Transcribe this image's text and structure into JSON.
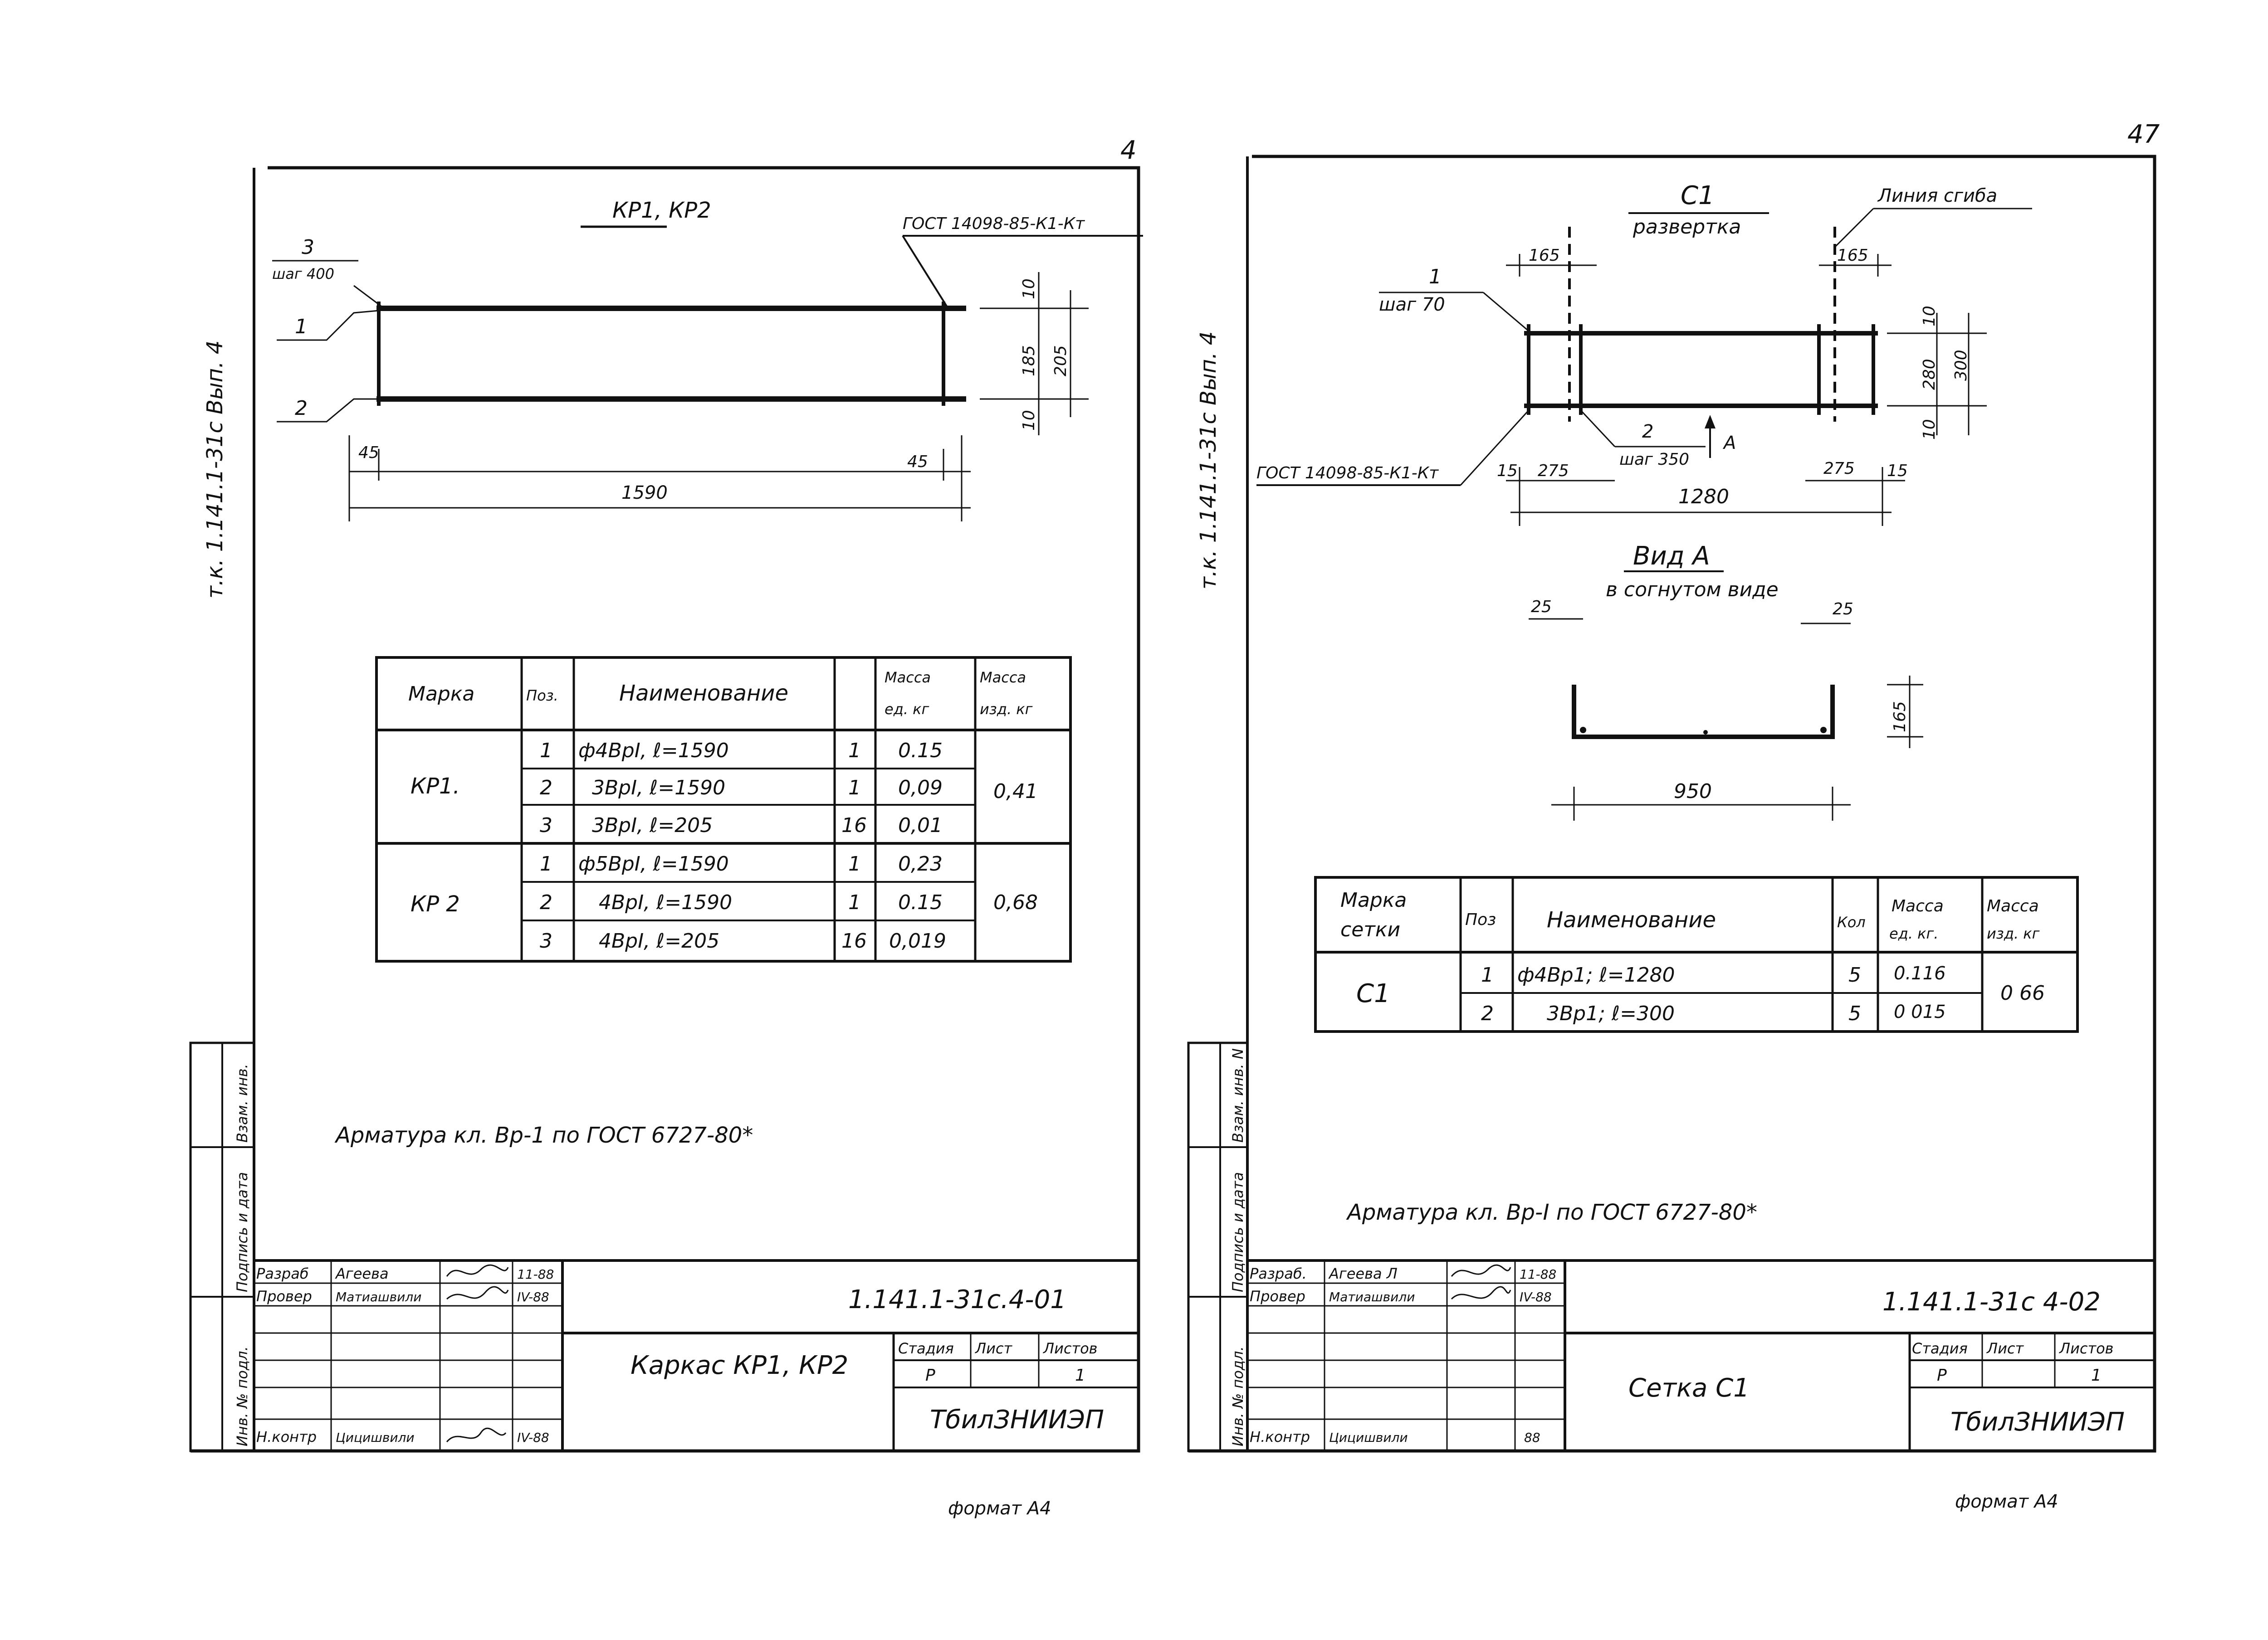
{
  "page_numbers": {
    "left": "4",
    "right": "47"
  },
  "left_sheet": {
    "side_label": "т.к. 1.141.1-31с  Вып. 4",
    "drawing_title": "КР1, КР2",
    "gost_note": "ГОСТ 14098-85-К1-Кт",
    "callouts": {
      "pos1": "1",
      "pos2": "2",
      "pos3": "3",
      "pos3_step": "шаг 400"
    },
    "dims": {
      "top": "10",
      "mid": "185",
      "bottom": "10",
      "total_h": "205",
      "end_left": "45",
      "end_right": "45",
      "length": "1590"
    },
    "table": {
      "headers": [
        "Марка",
        "Поз.",
        "Наименование",
        "",
        "Масса ед. кг",
        "Масса изд. кг"
      ],
      "groups": [
        {
          "mark": "КР1.",
          "total": "0,41",
          "rows": [
            {
              "pos": "1",
              "name": "ф4ВрI,  ℓ=1590",
              "qty": "1",
              "unit": "0.15"
            },
            {
              "pos": "2",
              "name": "3ВрI,  ℓ=1590",
              "qty": "1",
              "unit": "0,09"
            },
            {
              "pos": "3",
              "name": "3ВрI,  ℓ=205",
              "qty": "16",
              "unit": "0,01"
            }
          ]
        },
        {
          "mark": "КР 2",
          "total": "0,68",
          "rows": [
            {
              "pos": "1",
              "name": "ф5ВрI,  ℓ=1590",
              "qty": "1",
              "unit": "0,23"
            },
            {
              "pos": "2",
              "name": "4ВрI,  ℓ=1590",
              "qty": "1",
              "unit": "0.15"
            },
            {
              "pos": "3",
              "name": "4ВрI,  ℓ=205",
              "qty": "16",
              "unit": "0,019"
            }
          ]
        }
      ]
    },
    "note": "Арматура кл. Вр-1 по ГОСТ 6727-80*",
    "side_stamp": [
      "Взам. инв.",
      "Подпись и дата",
      "Инв. № подл."
    ],
    "stamp": {
      "code": "1.141.1-31с.4-01",
      "title": "Каркас КР1, КР2",
      "rows": [
        {
          "role": "Разраб",
          "name": "Агеева",
          "date": "11-88"
        },
        {
          "role": "Провер",
          "name": "Матиашвили",
          "date": "IV-88"
        },
        {
          "role": "Н.контр",
          "name": "Цицишвили",
          "date": "IV-88"
        }
      ],
      "stage_label": "Стадия",
      "sheet_label": "Лист",
      "sheets_label": "Листов",
      "stage": "Р",
      "sheets": "1",
      "org": "ТбилЗНИИЭП"
    },
    "format": "формат А4"
  },
  "right_sheet": {
    "side_label": "т.к. 1.141.1-31с  Вып. 4",
    "drawing_title": "С1",
    "drawing_subtitle": "развертка",
    "fold_line": "Линия сгиба",
    "gost_note": "ГОСТ 14098-85-К1-Кт",
    "callouts": {
      "pos1": "1",
      "pos1_step": "шаг 70",
      "pos2": "2",
      "pos2_step": "шаг 350",
      "view": "А"
    },
    "dims": {
      "left_top": "165",
      "right_top": "165",
      "h_top": "10",
      "h_mid": "280",
      "h_total": "300",
      "h_bottom": "10",
      "l15": "15",
      "l275": "275",
      "r275": "275",
      "r15": "15",
      "length": "1280"
    },
    "view_title": "Вид А",
    "view_subtitle": "в согнутом виде",
    "view_dims": {
      "left": "25",
      "right": "25",
      "height": "165",
      "width": "950"
    },
    "table": {
      "headers": [
        "Марка сетки",
        "Поз",
        "Наименование",
        "Кол",
        "Масса ед. кг.",
        "Масса изд. кг"
      ],
      "groups": [
        {
          "mark": "С1",
          "total": "0 66",
          "rows": [
            {
              "pos": "1",
              "name": "ф4Вр1;  ℓ=1280",
              "qty": "5",
              "unit": "0.116"
            },
            {
              "pos": "2",
              "name": "3Вр1;  ℓ=300",
              "qty": "5",
              "unit": "0 015"
            }
          ]
        }
      ]
    },
    "note": "Арматура кл. Вр-I по ГОСТ 6727-80*",
    "side_stamp": [
      "Взам. инв. N",
      "Подпись и дата",
      "Инв. № подл."
    ],
    "stamp": {
      "code": "1.141.1-31с 4-02",
      "title": "Сетка С1",
      "rows": [
        {
          "role": "Разраб.",
          "name": "Агеева Л",
          "date": "11-88"
        },
        {
          "role": "Провер",
          "name": "Матиашвили",
          "date": "IV-88"
        },
        {
          "role": "Н.контр",
          "name": "Цицишвили",
          "date": "88"
        }
      ],
      "stage_label": "Стадия",
      "sheet_label": "Лист",
      "sheets_label": "Листов",
      "stage": "Р",
      "sheets": "1",
      "org": "ТбилЗНИИЭП"
    },
    "format": "формат А4"
  }
}
